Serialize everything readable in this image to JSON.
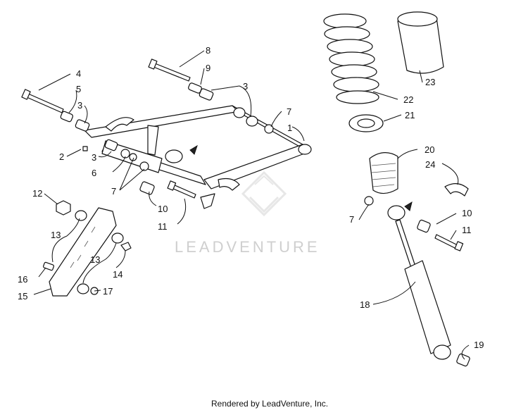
{
  "watermark": {
    "text": "LEADVENTURE"
  },
  "footer": {
    "text": "Rendered by LeadVenture, Inc."
  },
  "labels": [
    "1",
    "2",
    "3",
    "3",
    "3",
    "4",
    "5",
    "6",
    "7",
    "7",
    "7",
    "8",
    "9",
    "10",
    "10",
    "11",
    "11",
    "12",
    "13",
    "13",
    "14",
    "15",
    "16",
    "17",
    "18",
    "19",
    "20",
    "21",
    "22",
    "23",
    "24"
  ]
}
